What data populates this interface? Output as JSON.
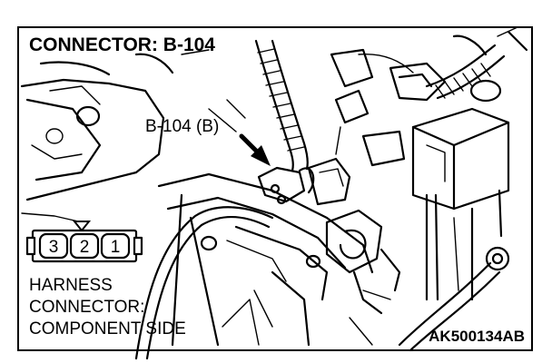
{
  "title": "CONNECTOR: B-104",
  "callout_label": "B-104 (B)",
  "connector_pins": [
    "3",
    "2",
    "1"
  ],
  "view_note": [
    "HARNESS",
    "CONNECTOR:",
    "COMPONENT SIDE"
  ],
  "figure_id": "AK500134AB",
  "icons": {
    "pointer": "arrow-icon",
    "connector": "harness-connector-icon"
  }
}
